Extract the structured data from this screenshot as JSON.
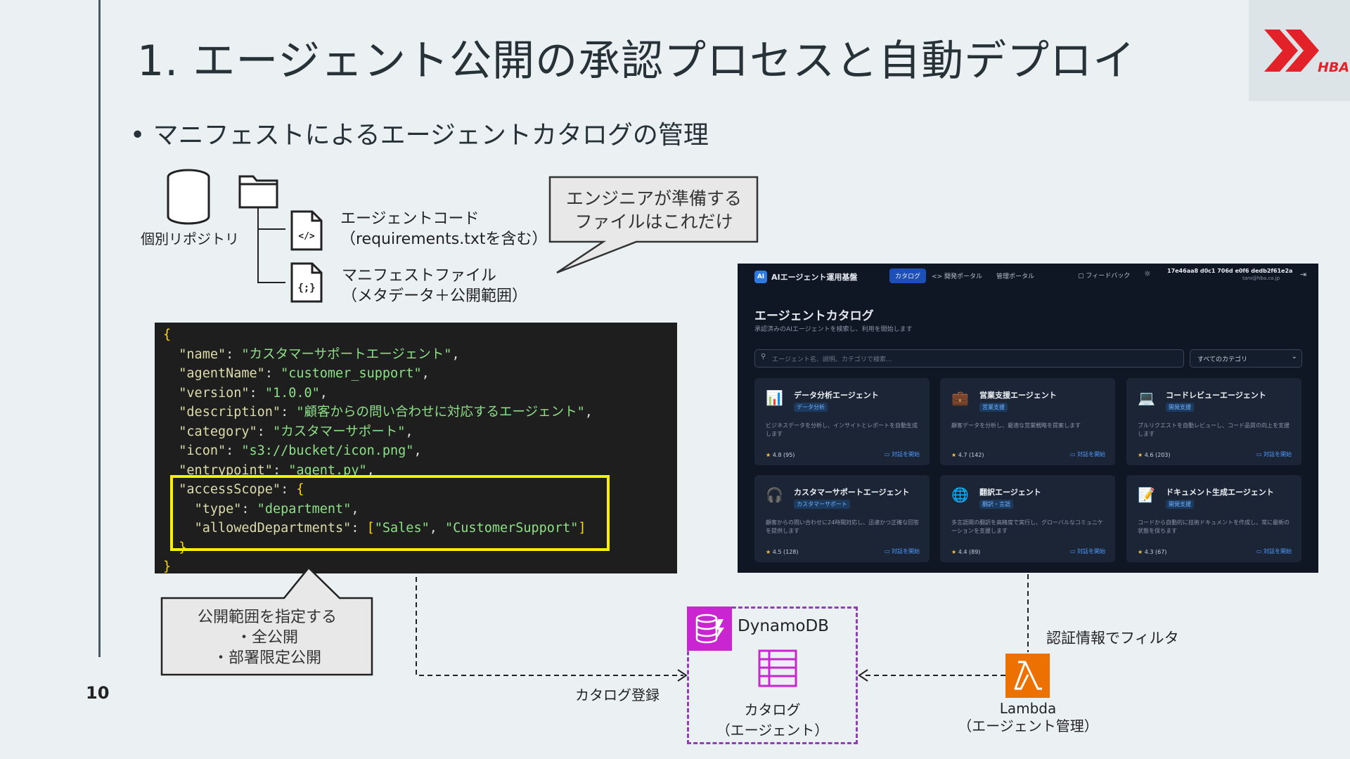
{
  "slide": {
    "title": "1. エージェント公開の承認プロセスと自動デプロイ",
    "bullet": "• マニフェストによるエージェントカタログの管理",
    "page_number": "10",
    "logo_text": "HBA"
  },
  "repo": {
    "label": "個別リポジトリ",
    "file1_line1": "エージェントコード",
    "file1_line2": "（requirements.txtを含む）",
    "file2_line1": "マニフェストファイル",
    "file2_line2": "（メタデータ＋公開範囲）",
    "code_icon": "</>",
    "json_icon": "{;}"
  },
  "bubble": {
    "line1": "エンジニアが準備する",
    "line2": "ファイルはこれだけ"
  },
  "manifest": {
    "name": "カスタマーサポートエージェント",
    "agentName": "customer_support",
    "version": "1.0.0",
    "description": "顧客からの問い合わせに対応するエージェント",
    "category": "カスタマーサポート",
    "icon": "s3://bucket/icon.png",
    "entrypoint": "agent.py",
    "scope_type": "department",
    "dept1": "Sales",
    "dept2": "CustomerSupport"
  },
  "callout": {
    "line1": "公開範囲を指定する",
    "line2": "・全公開",
    "line3": "・部署限定公開"
  },
  "app": {
    "logo": "AI",
    "brand": "AIエージェント運用基盤",
    "nav_catalog": "カタログ",
    "nav_dev": "<> 開発ポータル",
    "nav_admin": "管理ポータル",
    "feedback": "フィードバック",
    "user_id": "17e46aa8 d0c1 706d e0f6 dedb2f61e2a",
    "user_mail": "taro@hba.co.jp",
    "heading": "エージェントカタログ",
    "subheading": "承認済みのAIエージェントを検索し、利用を開始します",
    "search_placeholder": "エージェント名、説明、カテゴリで検索...",
    "category_select": "すべてのカテゴリ",
    "start_label": "対話を開始",
    "cards": [
      {
        "name": "データ分析エージェント",
        "badge": "データ分析",
        "desc": "ビジネスデータを分析し、インサイトとレポートを自動生成します",
        "rating": "4.8",
        "count": "(95)"
      },
      {
        "name": "営業支援エージェント",
        "badge": "営業支援",
        "desc": "顧客データを分析し、最適な営業戦略を提案します",
        "rating": "4.7",
        "count": "(142)"
      },
      {
        "name": "コードレビューエージェント",
        "badge": "開発支援",
        "desc": "プルリクエストを自動レビューし、コード品質の向上を支援します",
        "rating": "4.6",
        "count": "(203)"
      },
      {
        "name": "カスタマーサポートエージェント",
        "badge": "カスタマーサポート",
        "desc": "顧客からの問い合わせに24時間対応し、迅速かつ正確な回答を提供します",
        "rating": "4.5",
        "count": "(128)"
      },
      {
        "name": "翻訳エージェント",
        "badge": "翻訳・言語",
        "desc": "多言語間の翻訳を高精度で実行し、グローバルなコミュニケーションを支援します",
        "rating": "4.4",
        "count": "(89)"
      },
      {
        "name": "ドキュメント生成エージェント",
        "badge": "開発支援",
        "desc": "コードから自動的に技術ドキュメントを作成し、常に最新の状態を保ちます",
        "rating": "4.3",
        "count": "(67)"
      }
    ]
  },
  "flow": {
    "catalog_register": "カタログ登録",
    "filter_label": "認証情報でフィルタ",
    "dynamodb": "DynamoDB",
    "catalog_line1": "カタログ",
    "catalog_line2": "（エージェント）",
    "lambda_line1": "Lambda",
    "lambda_line2": "（エージェント管理）"
  },
  "colors": {
    "background": "#ebf1f3",
    "dynamodb": "#c925d1",
    "lambda": "#ed7100",
    "highlight": "#f8f000",
    "logo_red": "#e32128"
  }
}
